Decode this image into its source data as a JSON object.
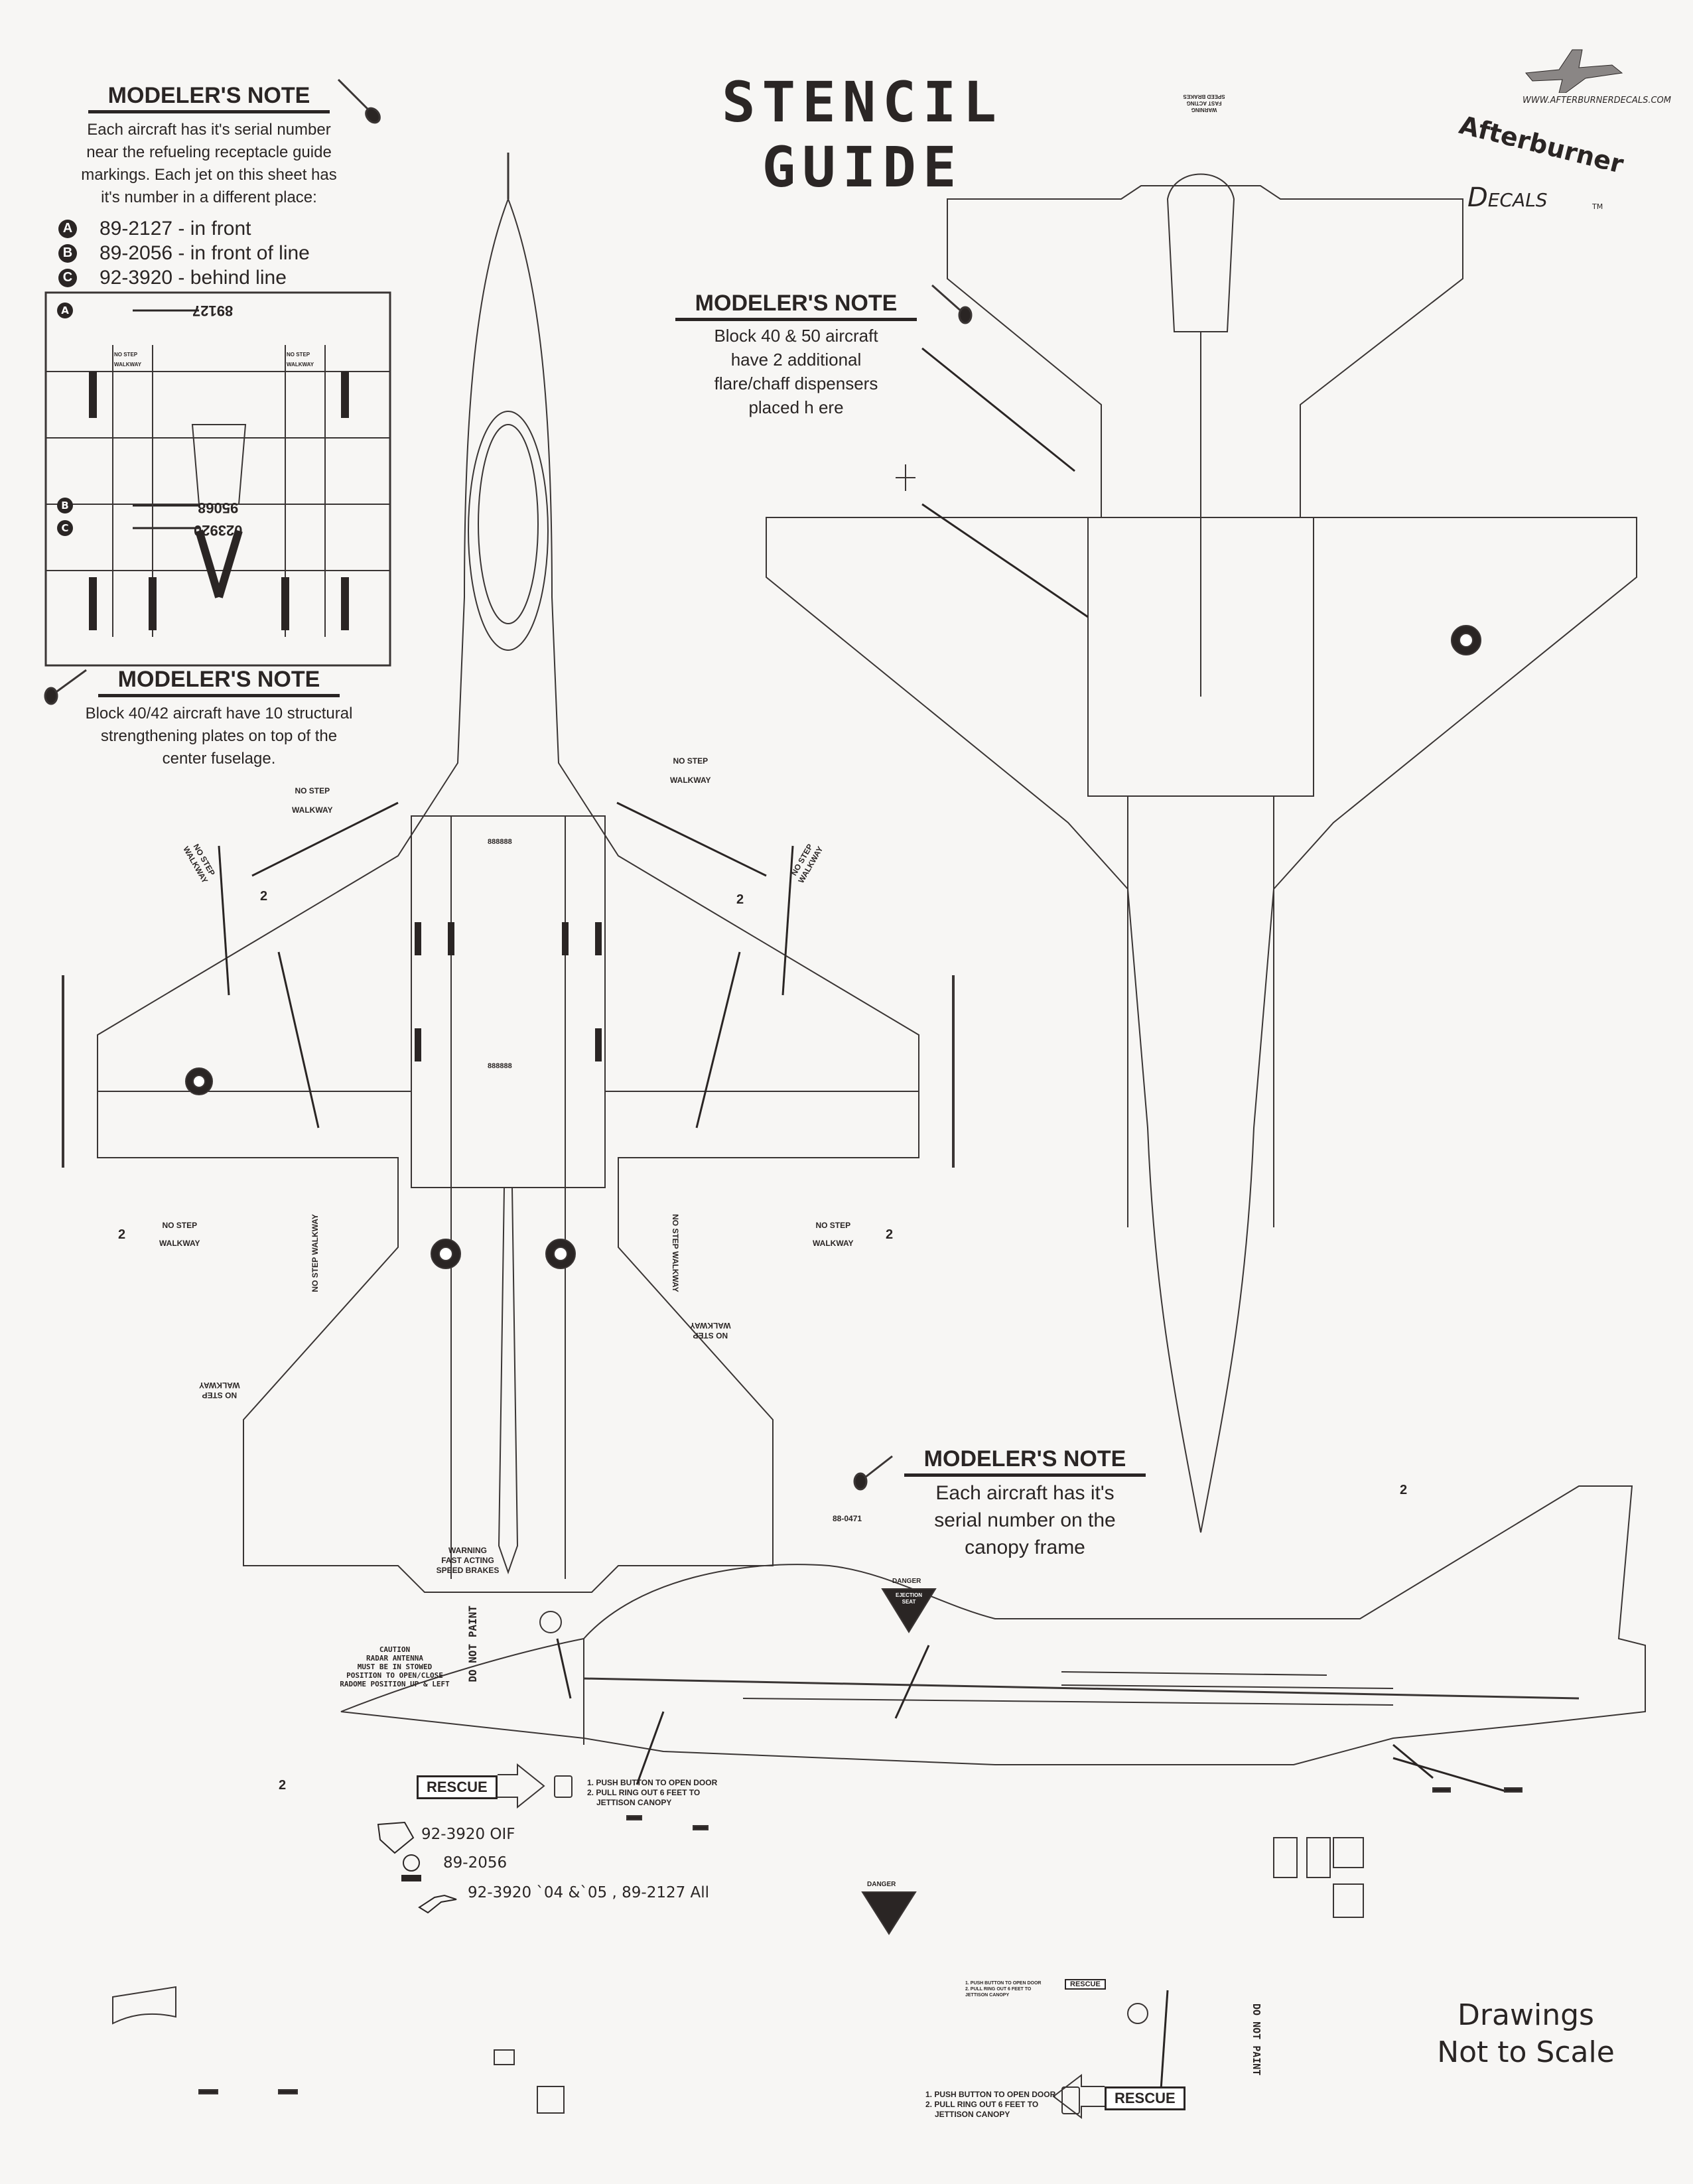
{
  "title": "STENCIL GUIDE",
  "logo": {
    "brand_line1": "Afterburner",
    "brand_line2": "Decals",
    "tm": "TM",
    "url": "WWW.AFTERBURNERDECALS.COM"
  },
  "note_serial": {
    "heading": "MODELER'S NOTE",
    "lines": [
      "Each aircraft has it's serial number",
      "near the refueling receptacle guide",
      "markings.  Each jet on this sheet has",
      "it's number in a different place:"
    ],
    "legend": [
      {
        "tag": "A",
        "text": "89-2127 - in front"
      },
      {
        "tag": "B",
        "text": "89-2056 - in front of line"
      },
      {
        "tag": "C",
        "text": "92-3920 - behind line"
      }
    ]
  },
  "inset": {
    "serial_a": "89127",
    "serial_b": "95068",
    "serial_c": "023920",
    "tag_a": "A",
    "tag_b": "B",
    "tag_c": "C",
    "no_step": "NO STEP",
    "walkway": "WALKWAY"
  },
  "note_plates": {
    "heading": "MODELER'S NOTE",
    "lines": [
      "Block 40/42 aircraft have 10 structural",
      "strengthening plates on top of the",
      "center fuselage."
    ]
  },
  "note_flares": {
    "heading": "MODELER'S NOTE",
    "lines": [
      "Block 40 & 50 aircraft",
      "have 2 additional",
      "flare/chaff dispensers",
      "placed h ere"
    ]
  },
  "note_canopy": {
    "heading": "MODELER'S NOTE",
    "lines": [
      "Each aircraft has it's",
      "serial number on the",
      "canopy frame"
    ]
  },
  "labels": {
    "no_step": "NO STEP",
    "walkway": "WALKWAY",
    "two": "2",
    "serial_top": "888888",
    "speed_brake_warning": [
      "WARNING",
      "FAST ACTING",
      "SPEED BRAKES"
    ],
    "caution": [
      "CAUTION",
      "RADAR ANTENNA",
      "MUST BE IN STOWED",
      "POSITION TO OPEN/CLOSE",
      "RADOME POSITION UP & LEFT"
    ],
    "do_not_paint": "DO NOT PAINT",
    "canopy_serial": "88-0471",
    "danger": "DANGER",
    "ejection_seat": "EJECTION SEAT"
  },
  "rescue": {
    "label": "RESCUE",
    "step1": "1. PUSH BUTTON TO OPEN DOOR",
    "step2": "2. PULL RING OUT 6 FEET TO",
    "step2b": "JETTISON CANOPY"
  },
  "emblems": [
    {
      "caption": "92-3920 OIF"
    },
    {
      "caption": "89-2056"
    },
    {
      "caption": "92-3920 `04 &`05 , 89-2127  All"
    }
  ],
  "scale_note": [
    "Drawings",
    "Not to Scale"
  ]
}
